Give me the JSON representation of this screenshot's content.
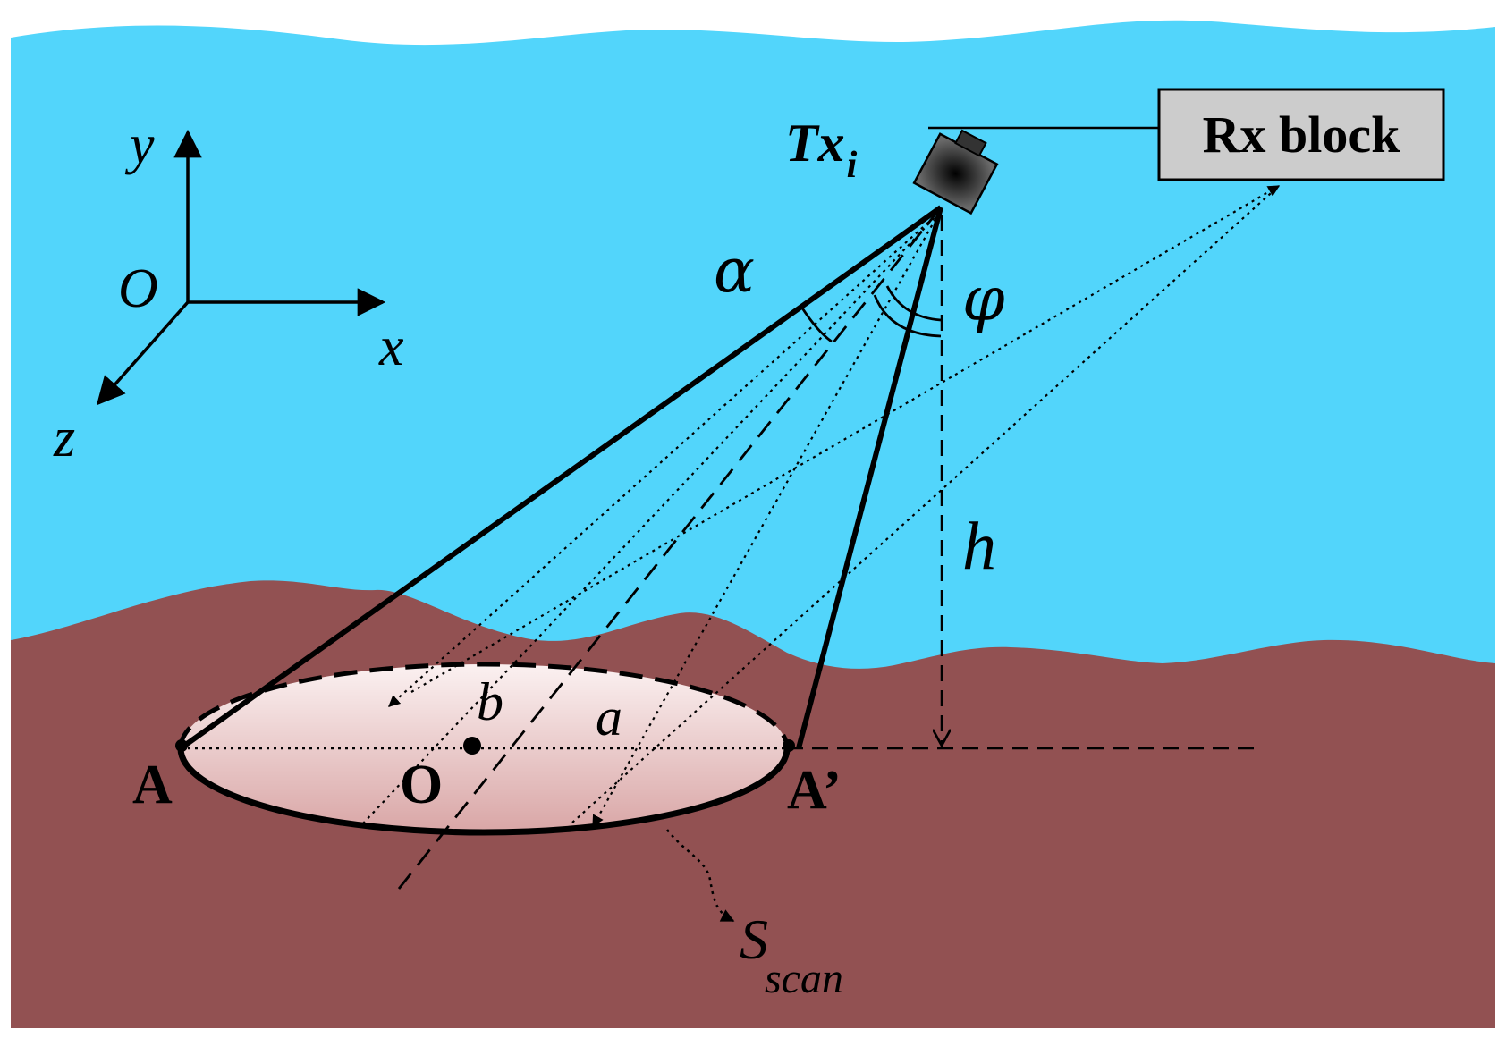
{
  "labels": {
    "axis_y": "y",
    "axis_x": "x",
    "axis_z": "z",
    "origin": "O",
    "tx_main": "Tx",
    "tx_sub": "i",
    "rx_block": "Rx block",
    "alpha": "α",
    "phi": "φ",
    "height": "h",
    "semi_minor": "b",
    "semi_major": "a",
    "point_a": "A",
    "point_a_prime": "A’",
    "center": "O",
    "scan_main": "S",
    "scan_sub": "scan"
  },
  "colors": {
    "water": "#52d5fb",
    "seabed": "#925152",
    "footprint_top": "#fbf1f1",
    "footprint_bottom": "#d9a6a6",
    "rx_box": "#cccccc",
    "line": "#000000"
  }
}
